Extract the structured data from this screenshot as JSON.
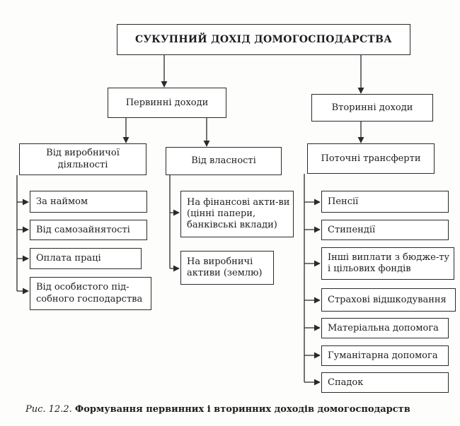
{
  "title": "СУКУПНИЙ ДОХІД ДОМОГОСПОДАРСТВА",
  "primary": {
    "label": "Первинні доходи",
    "production": {
      "label": "Від виробничої діяльності",
      "items": [
        "За наймом",
        "Від самозайнятості",
        "Оплата праці",
        "Від особистого під-собного господарства"
      ]
    },
    "property": {
      "label": "Від власності",
      "items": [
        "На фінансові акти-ви (цінні папери, банківські вклади)",
        "На виробничі активи (землю)"
      ]
    }
  },
  "secondary": {
    "label": "Вторинні доходи",
    "transfers": {
      "label": "Поточні трансферти",
      "items": [
        "Пенсії",
        "Стипендії",
        "Інші виплати з бюдже-ту і цільових фондів",
        "Страхові відшкодування",
        "Матеріальна допомога",
        "Гуманітарна допомога",
        "Спадок"
      ]
    }
  },
  "caption": {
    "label": "Рис. 12.2.",
    "text": "Формування первинних і вторинних доходів домогосподарств"
  }
}
